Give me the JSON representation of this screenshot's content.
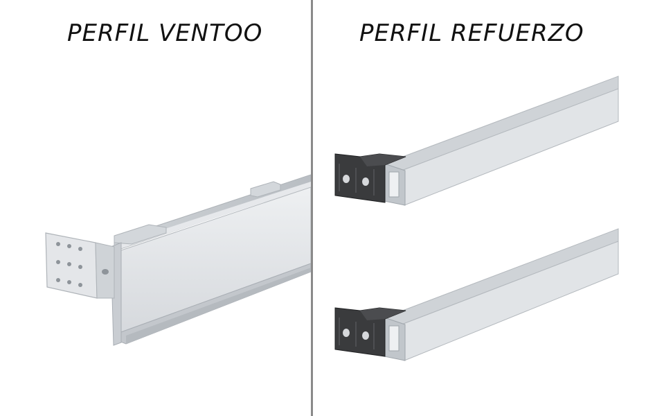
{
  "panels": {
    "left": {
      "title": "PERFIL VENTOO",
      "image": "ventoo-aluminum-profile-with-mounting-bracket"
    },
    "right": {
      "title": "PERFIL REFUERZO",
      "image": "reinforcement-aluminum-profiles-with-black-end-brackets"
    }
  },
  "colors": {
    "background": "#ffffff",
    "divider": "#8a8a8a",
    "title": "#111111",
    "aluminum_light": "#dfe2e6",
    "aluminum_mid": "#c7cbd0",
    "aluminum_dark": "#a9aeb4",
    "bracket_black": "#3a3b3d"
  }
}
